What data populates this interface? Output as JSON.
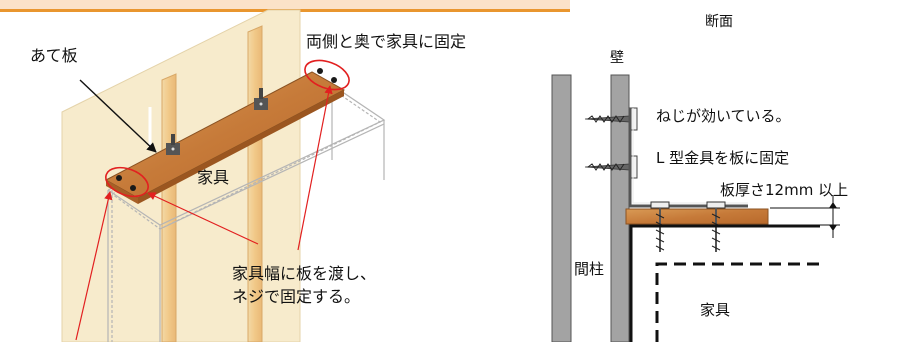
{
  "left_diagram": {
    "label_backing_board": "あて板",
    "label_fix_both_sides": "両側と奥で家具に固定",
    "label_furniture": "家具",
    "label_bridge_board": "家具幅に板を渡し、",
    "label_fix_screws": "ネジで固定する。"
  },
  "right_diagram": {
    "title_section": "断面",
    "label_wall": "壁",
    "label_screw_effective": "ねじが効いている。",
    "label_l_bracket": "L 型金具を板に固定",
    "label_thickness": "板厚さ12mm 以上",
    "label_stud": "間柱",
    "label_furniture": "家具"
  },
  "colors": {
    "header_fill": "#fbe2c8",
    "header_line": "#e9962f",
    "wood": "#c97d3e",
    "wall_panel": "#f5e8c8",
    "stud": "#f0cf90",
    "wall_section": "#9a9a9a",
    "arrow_red": "#e22020"
  }
}
